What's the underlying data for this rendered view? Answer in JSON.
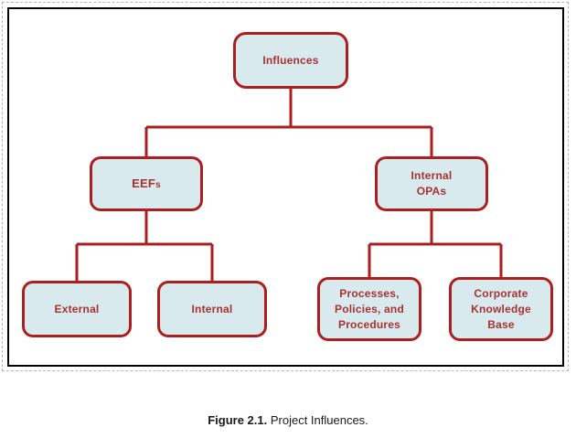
{
  "figure": {
    "caption_bold": "Figure 2.1.",
    "caption_text": " Project Influences."
  },
  "colors": {
    "node_fill": "#d9eaef",
    "node_border": "#ad1f1f",
    "node_text": "#a63232",
    "connector": "#ad1f1f",
    "frame_border": "#000000",
    "page_dashed": "#b8b8b8"
  },
  "diagram": {
    "type": "hierarchy-tree",
    "root": {
      "id": "influences",
      "label": "Influences"
    },
    "level2": [
      {
        "id": "eefs",
        "label": "EEFs",
        "label_main": "EEF",
        "label_suffix": "s"
      },
      {
        "id": "opas",
        "label": "Internal OPAs",
        "line1": "Internal",
        "line2": "OPAs"
      }
    ],
    "level3": [
      {
        "id": "external",
        "parent": "eefs",
        "label": "External"
      },
      {
        "id": "internal",
        "parent": "eefs",
        "label": "Internal"
      },
      {
        "id": "processes",
        "parent": "opas",
        "label": "Processes, Policies, and Procedures",
        "line1": "Processes,",
        "line2": "Policies, and",
        "line3": "Procedures"
      },
      {
        "id": "corporate",
        "parent": "opas",
        "label": "Corporate Knowledge Base",
        "line1": "Corporate",
        "line2": "Knowledge",
        "line3": "Base"
      }
    ]
  }
}
